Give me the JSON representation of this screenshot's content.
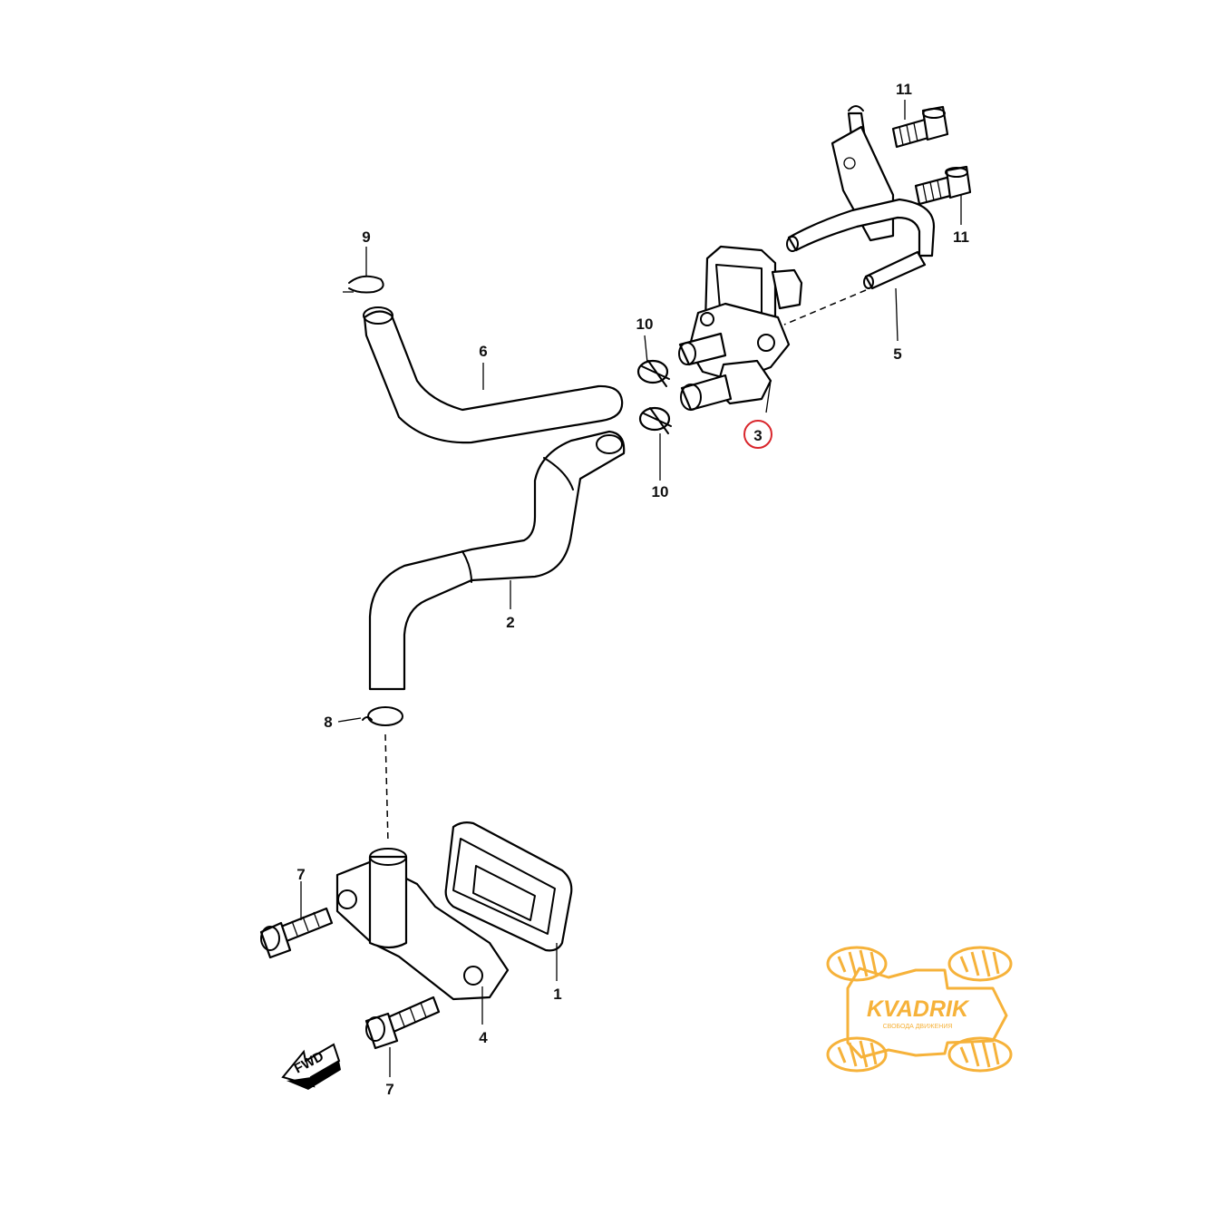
{
  "labels": {
    "p1": "1",
    "p2": "2",
    "p3": "3",
    "p4": "4",
    "p5": "5",
    "p6": "6",
    "p7a": "7",
    "p7b": "7",
    "p8": "8",
    "p9": "9",
    "p10a": "10",
    "p10b": "10",
    "p11a": "11",
    "p11b": "11"
  },
  "fwd_label": "FWD",
  "logo": {
    "name": "KVADRIK",
    "tagline": "СВОБОДА ДВИЖЕНИЯ",
    "color": "#f6b23a"
  },
  "highlight_color": "#d9262c"
}
